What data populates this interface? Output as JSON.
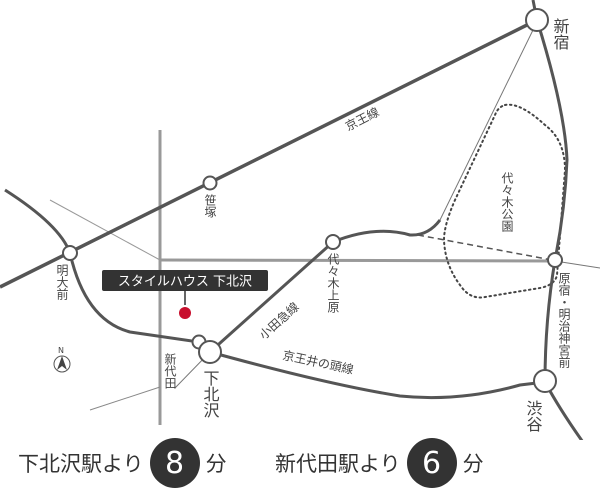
{
  "map": {
    "property_label": "スタイルハウス 下北沢",
    "marker_color": "#c8102e",
    "north": "N",
    "stations": {
      "shinjuku": "新宿",
      "sasazuka": "笹塚",
      "meidaimae": "明大前",
      "yoyogi_uehara": "代々木上原",
      "harajuku": "原宿・明治神宮前",
      "shibuya": "渋谷",
      "shimokitazawa": "下北沢",
      "shindaita": "新代田"
    },
    "lines": {
      "keio": "京王線",
      "odakyu": "小田急線",
      "inokashira": "京王井の頭線"
    },
    "park": "代々木公園"
  },
  "access": [
    {
      "station": "下北沢駅より",
      "minutes": "8",
      "unit": "分"
    },
    {
      "station": "新代田駅より",
      "minutes": "6",
      "unit": "分"
    }
  ]
}
